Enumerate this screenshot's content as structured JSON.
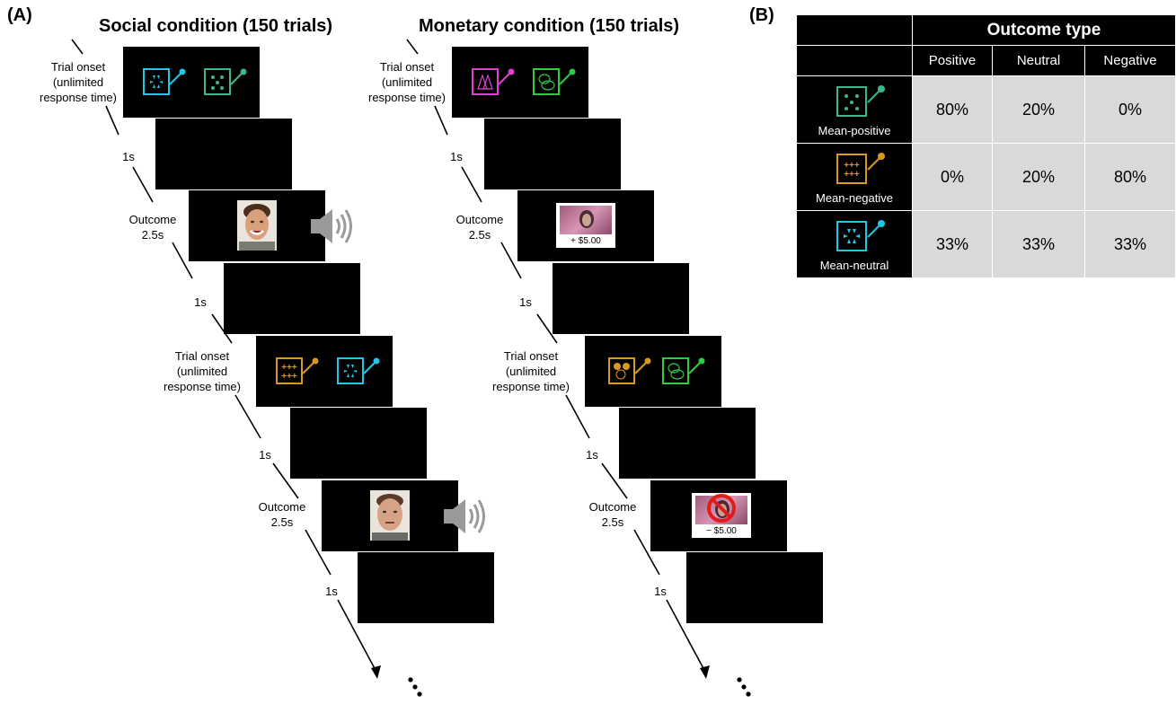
{
  "panel_a_label": "(A)",
  "panel_b_label": "(B)",
  "social": {
    "title": "Social condition (150 trials)",
    "labels": {
      "trial_onset_1": "Trial onset\n(unlimited\nresponse time)",
      "iti_1": "1s",
      "outcome_1": "Outcome\n2.5s",
      "iti_2": "1s",
      "trial_onset_2": "Trial onset\n(unlimited\nresponse time)",
      "iti_3": "1s",
      "outcome_2": "Outcome\n2.5s",
      "iti_4": "1s"
    }
  },
  "monetary": {
    "title": "Monetary condition (150 trials)",
    "labels": {
      "trial_onset_1": "Trial onset\n(unlimited\nresponse time)",
      "iti_1": "1s",
      "outcome_1": "Outcome\n2.5s",
      "iti_2": "1s",
      "trial_onset_2": "Trial onset\n(unlimited\nresponse time)",
      "iti_3": "1s",
      "outcome_2": "Outcome\n2.5s",
      "iti_4": "1s"
    },
    "gain_text": "+ $5.00",
    "loss_text": "− $5.00"
  },
  "stimulus_glyphs": {
    "negative": "+++\n+++"
  },
  "table": {
    "header": "Outcome type",
    "columns": [
      "Positive",
      "Neutral",
      "Negative"
    ],
    "rows": [
      {
        "label": "Mean-positive",
        "values": [
          "80%",
          "20%",
          "0%"
        ],
        "color": "#3fb58e"
      },
      {
        "label": "Mean-negative",
        "values": [
          "0%",
          "20%",
          "80%"
        ],
        "color": "#d89a1e"
      },
      {
        "label": "Mean-neutral",
        "values": [
          "33%",
          "33%",
          "33%"
        ],
        "color": "#1ec8e6"
      }
    ]
  },
  "colors": {
    "cyan": "#1ec8e6",
    "teal": "#3fb58e",
    "orange": "#d89a1e",
    "magenta": "#e040d0",
    "green": "#2ecc40",
    "speaker_grey": "#9a9a9a",
    "table_grey": "#d9d9d9"
  },
  "icons": [
    "speaker-icon",
    "face-photo",
    "banknote-image",
    "prohibition-icon",
    "ellipsis-dots"
  ]
}
